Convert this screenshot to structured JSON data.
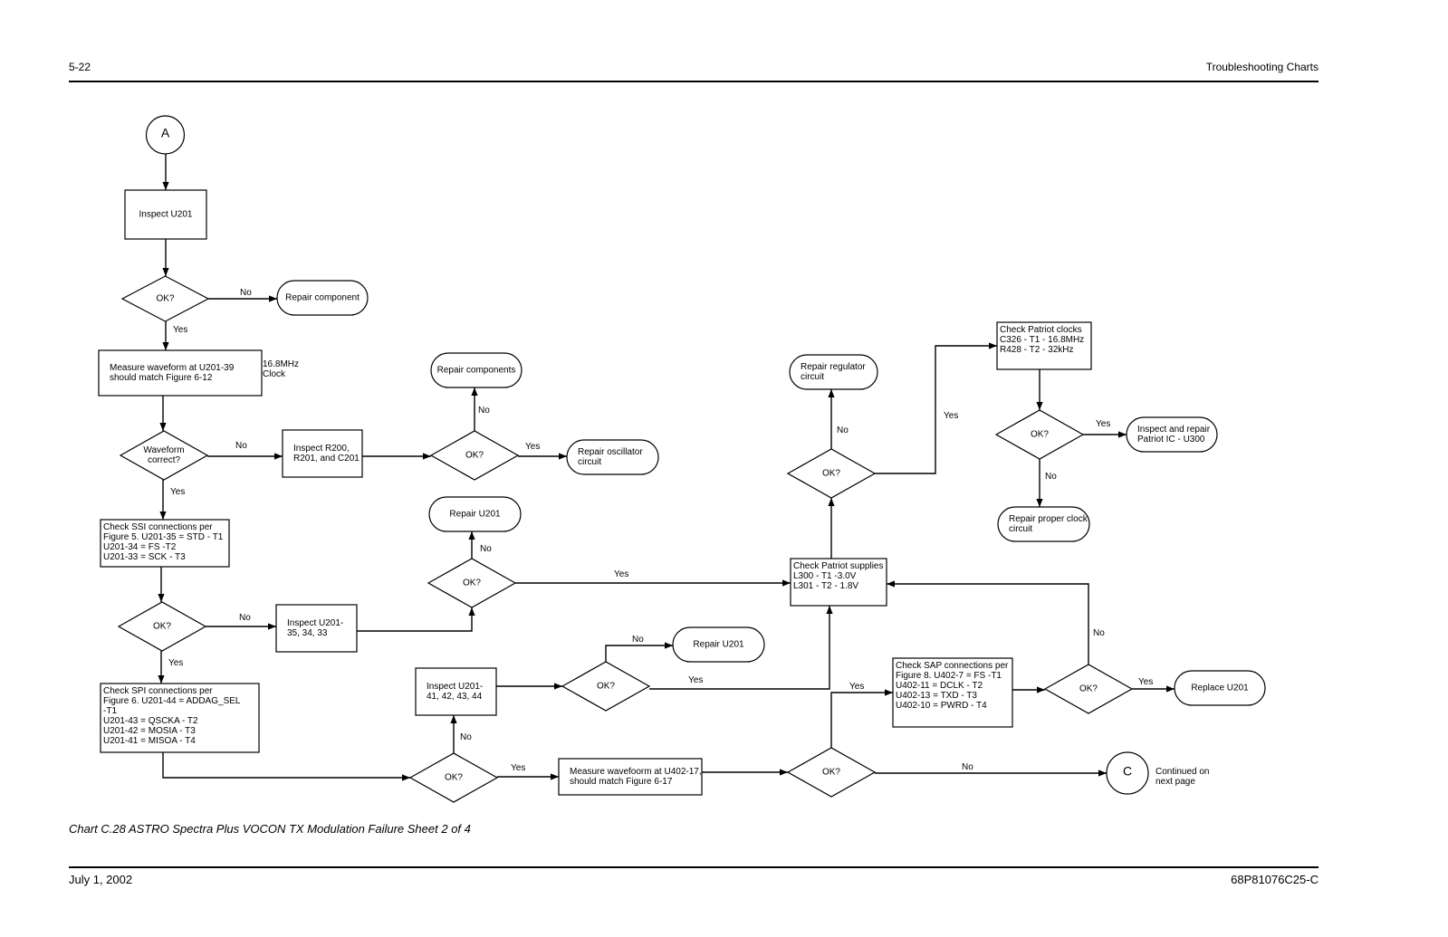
{
  "header": {
    "page_number": "5-22",
    "section_title": "Troubleshooting Charts"
  },
  "footer": {
    "date": "July 1, 2002",
    "doc_number": "68P81076C25-C"
  },
  "caption": "Chart C.28 ASTRO Spectra Plus VOCON TX Modulation Failure Sheet 2 of 4",
  "flowchart": {
    "nodes": [
      {
        "id": "connA",
        "type": "connector",
        "lines": [
          "A"
        ]
      },
      {
        "id": "inspectU201",
        "type": "process",
        "lines": [
          "Inspect U201"
        ]
      },
      {
        "id": "ok1",
        "type": "decision",
        "lines": [
          "OK?"
        ]
      },
      {
        "id": "repairComponent",
        "type": "terminal",
        "lines": [
          "Repair component"
        ]
      },
      {
        "id": "measureU201_39",
        "type": "process",
        "lines": [
          "Measure waveform at U201-39",
          "should match Figure 6-12"
        ]
      },
      {
        "id": "note168",
        "type": "note",
        "lines": [
          "16.8MHz",
          "Clock"
        ]
      },
      {
        "id": "waveCorrect",
        "type": "decision",
        "lines": [
          "Waveform",
          "correct?"
        ]
      },
      {
        "id": "inspectR200",
        "type": "process",
        "lines": [
          "Inspect R200,",
          "R201, and C201"
        ]
      },
      {
        "id": "ok2",
        "type": "decision",
        "lines": [
          "OK?"
        ]
      },
      {
        "id": "repairComponents",
        "type": "terminal",
        "lines": [
          "Repair components"
        ]
      },
      {
        "id": "repairOsc",
        "type": "terminal",
        "lines": [
          "Repair oscillator",
          "circuit"
        ]
      },
      {
        "id": "checkSSI",
        "type": "process",
        "lines": [
          "Check SSI connections per",
          "Figure 5. U201-35 = STD - T1",
          "U201-34 = FS -T2",
          "U201-33 = SCK - T3"
        ]
      },
      {
        "id": "ok3",
        "type": "decision",
        "lines": [
          "OK?"
        ]
      },
      {
        "id": "inspectU201_35",
        "type": "process",
        "lines": [
          "Inspect U201-",
          "35, 34, 33"
        ]
      },
      {
        "id": "ok4",
        "type": "decision",
        "lines": [
          "OK?"
        ]
      },
      {
        "id": "repairU201a",
        "type": "terminal",
        "lines": [
          "Repair U201"
        ]
      },
      {
        "id": "checkSPI",
        "type": "process",
        "lines": [
          "Check SPI connections per",
          "Figure 6. U201-44 = ADDAG_SEL",
          "-T1",
          "U201-43 = QSCKA - T2",
          "U201-42 = MOSIA - T3",
          "U201-41 = MISOA - T4"
        ]
      },
      {
        "id": "ok5",
        "type": "decision",
        "lines": [
          "OK?"
        ]
      },
      {
        "id": "inspectU201_41",
        "type": "process",
        "lines": [
          "Inspect U201-",
          "41, 42, 43, 44"
        ]
      },
      {
        "id": "ok6",
        "type": "decision",
        "lines": [
          "OK?"
        ]
      },
      {
        "id": "repairU201b",
        "type": "terminal",
        "lines": [
          "Repair U201"
        ]
      },
      {
        "id": "measureU402",
        "type": "process",
        "lines": [
          "Measure wavefoorm at U402-17,",
          "should match Figure 6-17"
        ]
      },
      {
        "id": "ok7",
        "type": "decision",
        "lines": [
          "OK?"
        ]
      },
      {
        "id": "connC",
        "type": "connector",
        "lines": [
          "C"
        ]
      },
      {
        "id": "noteC",
        "type": "note",
        "lines": [
          "Continued on",
          "next page"
        ]
      },
      {
        "id": "checkPatriotSup",
        "type": "process",
        "lines": [
          "Check Patriot supplies",
          "L300 - T1 -3.0V",
          "L301 - T2 - 1.8V"
        ]
      },
      {
        "id": "ok8",
        "type": "decision",
        "lines": [
          "OK?"
        ]
      },
      {
        "id": "repairReg",
        "type": "terminal",
        "lines": [
          "Repair regulator",
          "circuit"
        ]
      },
      {
        "id": "checkPatriotClk",
        "type": "process",
        "lines": [
          "Check Patriot clocks",
          "C326 - T1 - 16.8MHz",
          "R428 - T2 - 32kHz"
        ]
      },
      {
        "id": "ok9",
        "type": "decision",
        "lines": [
          "OK?"
        ]
      },
      {
        "id": "inspectPatriot",
        "type": "terminal",
        "lines": [
          "Inspect and repair",
          "Patriot IC - U300"
        ]
      },
      {
        "id": "repairClock",
        "type": "terminal",
        "lines": [
          "Repair proper clock",
          "circuit"
        ]
      },
      {
        "id": "checkSAP",
        "type": "process",
        "lines": [
          "Check SAP connections per",
          "Figure 8. U402-7 = FS -T1",
          "U402-11 = DCLK - T2",
          "U402-13 = TXD - T3",
          "U402-10 = PWRD - T4"
        ]
      },
      {
        "id": "ok10",
        "type": "decision",
        "lines": [
          "OK?"
        ]
      },
      {
        "id": "replaceU201",
        "type": "terminal",
        "lines": [
          "Replace U201"
        ]
      }
    ],
    "edges": [
      {
        "from": "connA",
        "to": "inspectU201",
        "label": ""
      },
      {
        "from": "inspectU201",
        "to": "ok1",
        "label": ""
      },
      {
        "from": "ok1",
        "to": "repairComponent",
        "label": "No"
      },
      {
        "from": "ok1",
        "to": "measureU201_39",
        "label": "Yes"
      },
      {
        "from": "measureU201_39",
        "to": "waveCorrect",
        "label": ""
      },
      {
        "from": "waveCorrect",
        "to": "inspectR200",
        "label": "No"
      },
      {
        "from": "waveCorrect",
        "to": "checkSSI",
        "label": "Yes"
      },
      {
        "from": "inspectR200",
        "to": "ok2",
        "label": ""
      },
      {
        "from": "ok2",
        "to": "repairComponents",
        "label": "No"
      },
      {
        "from": "ok2",
        "to": "repairOsc",
        "label": "Yes"
      },
      {
        "from": "checkSSI",
        "to": "ok3",
        "label": ""
      },
      {
        "from": "ok3",
        "to": "inspectU201_35",
        "label": "No"
      },
      {
        "from": "ok3",
        "to": "checkSPI",
        "label": "Yes"
      },
      {
        "from": "inspectU201_35",
        "to": "ok4",
        "label": ""
      },
      {
        "from": "ok4",
        "to": "repairU201a",
        "label": "No"
      },
      {
        "from": "ok4",
        "to": "checkPatriotSup",
        "label": "Yes"
      },
      {
        "from": "checkSPI",
        "to": "ok5",
        "label": ""
      },
      {
        "from": "ok5",
        "to": "inspectU201_41",
        "label": "No"
      },
      {
        "from": "ok5",
        "to": "measureU402",
        "label": "Yes"
      },
      {
        "from": "inspectU201_41",
        "to": "ok6",
        "label": ""
      },
      {
        "from": "ok6",
        "to": "repairU201b",
        "label": "No"
      },
      {
        "from": "ok6",
        "to": "checkPatriotSup",
        "label": "Yes"
      },
      {
        "from": "measureU402",
        "to": "ok7",
        "label": ""
      },
      {
        "from": "ok7",
        "to": "checkSAP",
        "label": "Yes"
      },
      {
        "from": "ok7",
        "to": "connC",
        "label": "No"
      },
      {
        "from": "checkPatriotSup",
        "to": "ok8",
        "label": ""
      },
      {
        "from": "ok8",
        "to": "repairReg",
        "label": "No"
      },
      {
        "from": "ok8",
        "to": "checkPatriotClk",
        "label": "Yes"
      },
      {
        "from": "checkPatriotClk",
        "to": "ok9",
        "label": ""
      },
      {
        "from": "ok9",
        "to": "inspectPatriot",
        "label": "Yes"
      },
      {
        "from": "ok9",
        "to": "repairClock",
        "label": "No"
      },
      {
        "from": "checkSAP",
        "to": "ok10",
        "label": ""
      },
      {
        "from": "ok10",
        "to": "replaceU201",
        "label": "Yes"
      },
      {
        "from": "ok10",
        "to": "checkPatriotSup",
        "label": "No"
      }
    ]
  }
}
